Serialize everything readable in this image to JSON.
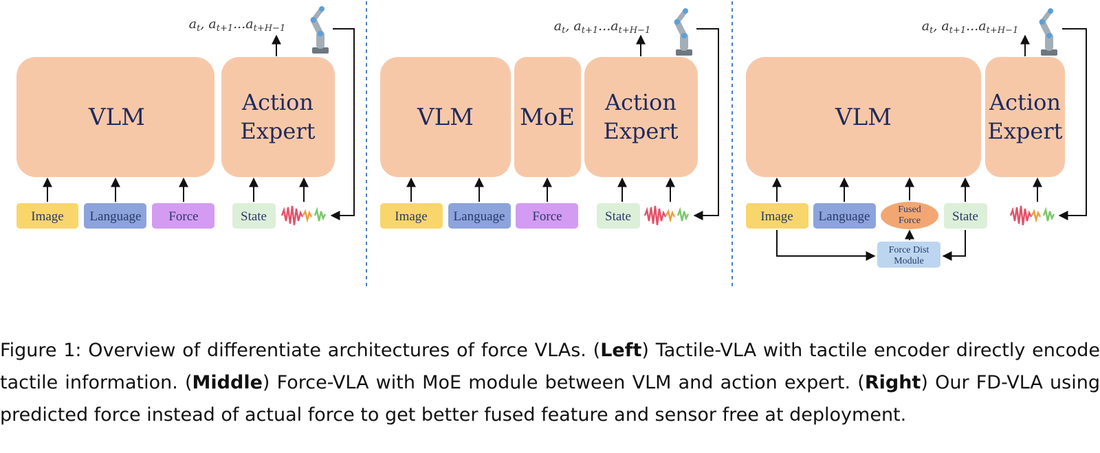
{
  "panels": {
    "left": {
      "vlm": "VLM",
      "action_expert": [
        "Action",
        "Expert"
      ],
      "inputs": [
        "Image",
        "Language",
        "Force",
        "State"
      ],
      "action_seq": "a_t, a_{t+1}...a_{t+H-1}"
    },
    "middle": {
      "vlm": "VLM",
      "moe": "MoE",
      "action_expert": [
        "Action",
        "Expert"
      ],
      "inputs": [
        "Image",
        "Language",
        "Force",
        "State"
      ],
      "action_seq": "a_t, a_{t+1}...a_{t+H-1}"
    },
    "right": {
      "vlm": "VLM",
      "action_expert": [
        "Action",
        "Expert"
      ],
      "inputs": [
        "Image",
        "Language",
        "State"
      ],
      "fused_force": [
        "Fused",
        "Force"
      ],
      "force_dist_module": [
        "Force Dist",
        "Module"
      ],
      "action_seq": "a_t, a_{t+1}...a_{t+H-1}"
    }
  },
  "colors": {
    "block": "#f7c8a8",
    "image": "#f9d66b",
    "language": "#8da3dc",
    "force": "#d49bf2",
    "state": "#dcefd9",
    "fused_force": "#f2a772",
    "module": "#bcd6f0",
    "divider": "#4a7fc1"
  },
  "caption": {
    "prefix": "Figure 1: Overview of differentiate architectures of force VLAs. (",
    "left_bold": "Left",
    "part2": ") Tactile-VLA with tactile encoder directly encode tactile information. (",
    "middle_bold": "Middle",
    "part3": ") Force-VLA with MoE module between VLM and action expert. (",
    "right_bold": "Right",
    "part4": ") Our FD-VLA using predicted force instead of actual force to get better fused feature and sensor free at deployment."
  }
}
